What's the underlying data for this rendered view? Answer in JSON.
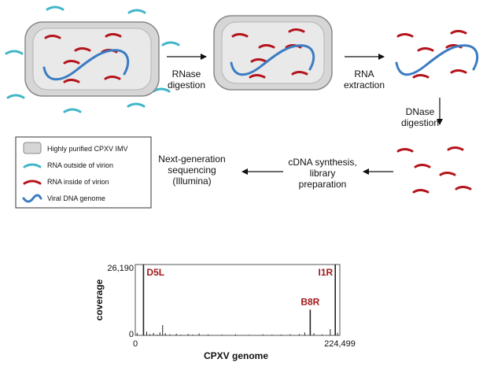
{
  "steps": {
    "rnase_line1": "RNase",
    "rnase_line2": "digestion",
    "rna_line1": "RNA",
    "rna_line2": "extraction",
    "dnase_line1": "DNase",
    "dnase_line2": "digestion",
    "cdna_line1": "cDNA synthesis,",
    "cdna_line2": "library",
    "cdna_line3": "preparation",
    "ngs_line1": "Next-generation",
    "ngs_line2": "sequencing",
    "ngs_line3": "(Illumina)"
  },
  "legend": {
    "items": [
      {
        "label": "Highly purified CPXV IMV",
        "icon": "virion-box-icon"
      },
      {
        "label": "RNA outside of virion",
        "icon": "teal-rna-icon"
      },
      {
        "label": "RNA inside of virion",
        "icon": "red-rna-icon"
      },
      {
        "label": "Viral DNA genome",
        "icon": "blue-dna-icon"
      }
    ]
  },
  "colors": {
    "outside_rna": "#3fb6c8",
    "inside_rna": "#b4141c",
    "dna_genome": "#3b7cc3",
    "virion_fill": "#d6d6d6",
    "virion_stroke": "#8a8a8a",
    "peak_label": "#a01818"
  },
  "chart_data": {
    "type": "area",
    "ylabel": "coverage",
    "xlabel": "CPXV genome",
    "x_ticks": [
      "0",
      "224,499"
    ],
    "y_ticks": [
      "0",
      "26,190"
    ],
    "xlim": [
      0,
      224499
    ],
    "ylim": [
      0,
      26190
    ],
    "peaks": [
      {
        "label": "D5L",
        "x": 9000,
        "y": 26190
      },
      {
        "label": "B8R",
        "x": 192000,
        "y": 9500
      },
      {
        "label": "I1R",
        "x": 219500,
        "y": 26190
      }
    ],
    "series": [
      {
        "values": [
          [
            2000,
            900
          ],
          [
            9000,
            26190
          ],
          [
            12500,
            1400
          ],
          [
            16000,
            500
          ],
          [
            20000,
            900
          ],
          [
            24000,
            300
          ],
          [
            27000,
            1100
          ],
          [
            30000,
            3800
          ],
          [
            33000,
            800
          ],
          [
            38000,
            400
          ],
          [
            45000,
            600
          ],
          [
            50000,
            250
          ],
          [
            58000,
            500
          ],
          [
            63000,
            300
          ],
          [
            70000,
            700
          ],
          [
            80000,
            350
          ],
          [
            95000,
            250
          ],
          [
            110000,
            400
          ],
          [
            125000,
            200
          ],
          [
            140000,
            350
          ],
          [
            150000,
            250
          ],
          [
            160000,
            300
          ],
          [
            170000,
            400
          ],
          [
            180000,
            450
          ],
          [
            186000,
            1100
          ],
          [
            192000,
            9500
          ],
          [
            196000,
            800
          ],
          [
            205000,
            350
          ],
          [
            214000,
            2300
          ],
          [
            219500,
            26190
          ],
          [
            222000,
            1000
          ]
        ]
      }
    ]
  }
}
